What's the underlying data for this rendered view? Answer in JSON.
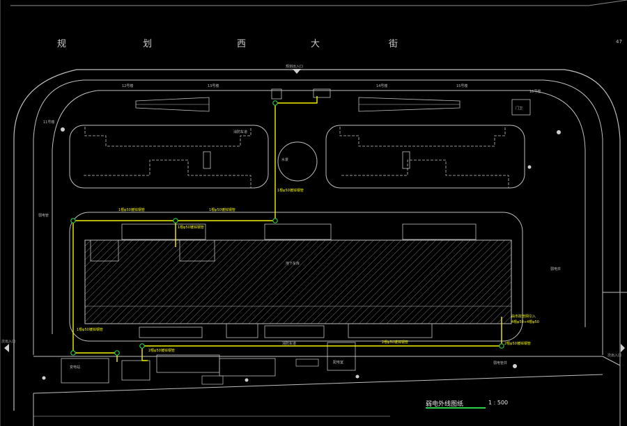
{
  "street": {
    "chars": [
      "规",
      "划",
      "西",
      "大",
      "街"
    ]
  },
  "drawing": {
    "title": "弱电外线图纸",
    "scale": "1 : 500",
    "edge_number": "47",
    "colors": {
      "outline": "#bfbfbf",
      "route": "#f2f200",
      "node": "#26c84a",
      "hatch": "#9a9a9a"
    }
  },
  "labels": {
    "gate_top": "规划出入口",
    "gate_left": "次出入口",
    "gate_right": "次出入口",
    "garage": "地下车库",
    "pool": "水景",
    "fire": "消防车道",
    "main_road": "消防车道",
    "row1": "12号楼",
    "row2": "13号楼",
    "row3": "14号楼",
    "row4": "11号楼",
    "row5": "15号楼",
    "row6": "16号楼",
    "guard": "门卫",
    "station": "变电站",
    "box": "配电室",
    "note1": "弱电井",
    "note2": "弱电管",
    "note3": "弱电管井"
  },
  "route_labels": {
    "r1": "1根φ50镀锌钢管",
    "r2": "1根φ50镀锌钢管",
    "r3": "1根φ50镀锌钢管",
    "r4": "1根φ50镀锌钢管",
    "r5": "1根φ50镀锌钢管",
    "r6": "2根φ50镀锌钢管",
    "r7": "2根φ50镀锌钢管",
    "r8": "2根φ50镀锌钢管",
    "r9": "由市政管网引入",
    "r10": "4根φ50+4根φ50"
  }
}
